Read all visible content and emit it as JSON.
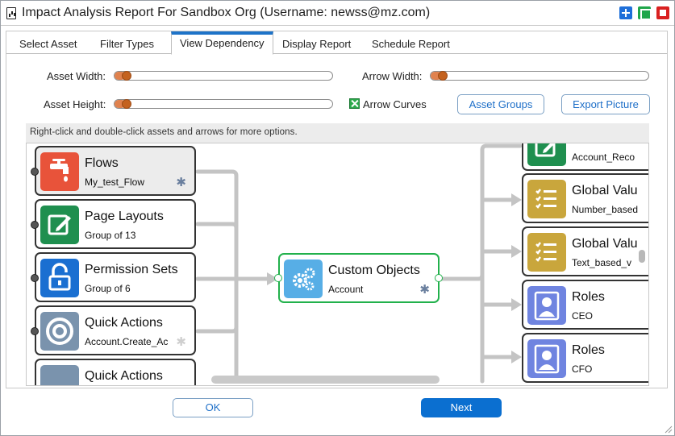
{
  "window": {
    "title": "Impact Analysis Report For Sandbox Org (Username: newss@mz.com)"
  },
  "tabs": [
    {
      "label": "Select Asset"
    },
    {
      "label": "Filter Types"
    },
    {
      "label": "View Dependency"
    },
    {
      "label": "Display Report"
    },
    {
      "label": "Schedule Report"
    }
  ],
  "active_tab": "View Dependency",
  "controls": {
    "asset_width_label": "Asset Width:",
    "asset_height_label": "Asset Height:",
    "arrow_width_label": "Arrow Width:",
    "arrow_curves_label": "Arrow Curves",
    "arrow_curves_checked": true,
    "asset_width_level": 0.03,
    "asset_height_level": 0.03,
    "arrow_width_level": 0.03,
    "asset_groups_label": "Asset Groups",
    "export_picture_label": "Export Picture"
  },
  "hint": "Right-click and double-click assets and arrows for more options.",
  "left_assets": [
    {
      "name": "Flows",
      "sub": "My_test_Flow",
      "icon": "tap-icon",
      "color": "#e8533a"
    },
    {
      "name": "Page Layouts",
      "sub": "Group of 13",
      "icon": "edit-icon",
      "color": "#1f8f4f"
    },
    {
      "name": "Permission Sets",
      "sub": "Group of 6",
      "icon": "unlock-icon",
      "color": "#1a6fd1"
    },
    {
      "name": "Quick Actions",
      "sub": "Account.Create_Ac",
      "icon": "target-icon",
      "color": "#7a93ad"
    },
    {
      "name": "Quick Actions",
      "sub": "",
      "icon": "target-icon",
      "color": "#7a93ad"
    }
  ],
  "center_asset": {
    "name": "Custom Objects",
    "sub": "Account",
    "icon": "gears-icon",
    "color": "#57aee6"
  },
  "right_assets": [
    {
      "name": "",
      "sub": "Account_Reco",
      "icon": "edit-icon",
      "color": "#1f8f4f"
    },
    {
      "name": "Global Valu",
      "sub": "Number_based",
      "icon": "list-icon",
      "color": "#c9a63c"
    },
    {
      "name": "Global Valu",
      "sub": "Text_based_v",
      "icon": "list-icon",
      "color": "#c9a63c"
    },
    {
      "name": "Roles",
      "sub": "CEO",
      "icon": "person-icon",
      "color": "#6f84e0"
    },
    {
      "name": "Roles",
      "sub": "CFO",
      "icon": "person-icon",
      "color": "#6f84e0"
    }
  ],
  "footer": {
    "ok_label": "OK",
    "next_label": "Next"
  }
}
